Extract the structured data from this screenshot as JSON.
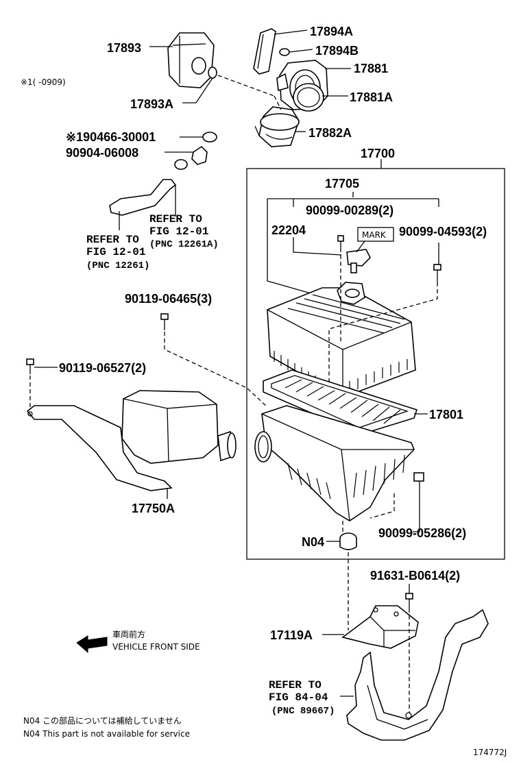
{
  "labels": {
    "p17893": "17893",
    "p17893a": "17893A",
    "note_1": "※1(   -0909)",
    "p17894a": "17894A",
    "p17894b": "17894B",
    "p17881": "17881",
    "p17881a": "17881A",
    "p17882a": "17882A",
    "p190466": "※190466-30001",
    "p90904": "90904-06008",
    "ref1_a": "REFER TO",
    "ref1_b": "FIG 12-01",
    "ref1_c": "(PNC 12261)",
    "ref2_a": "REFER TO",
    "ref2_b": "FIG 12-01",
    "ref2_c": "(PNC 12261A)",
    "p17700": "17700",
    "p17705": "17705",
    "p22204": "22204",
    "p90099_289": "90099-00289(2)",
    "p90099_4593": "90099-04593(2)",
    "mark": "MARK",
    "p90119_465": "90119-06465(3)",
    "p90119_527": "90119-06527(2)",
    "p17801": "17801",
    "p17750a": "17750A",
    "n04": "N04",
    "p90099_5286": "90099-05286(2)",
    "p91631": "91631-B0614(2)",
    "p17119a": "17119A",
    "ref3_a": "REFER TO",
    "ref3_b": "FIG 84-04",
    "ref3_c": "(PNC 89667)",
    "front_jp": "車両前方",
    "front_en": "VEHICLE FRONT SIDE",
    "n04_jp": "N04  この部品については補給していません",
    "n04_en": "N04  This part is not available for service",
    "fig_id": "174772J"
  },
  "icons": {
    "arrow": "vehicle-front-arrow-icon"
  }
}
